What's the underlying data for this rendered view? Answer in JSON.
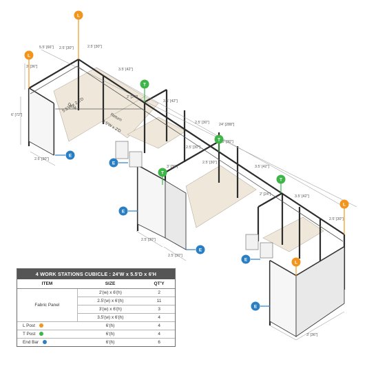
{
  "table": {
    "title": "4 WORK STATIONS  CUBICLE : 24'W x 5.5'D x 6'H",
    "headers": {
      "item": "ITEM",
      "size": "SIZE",
      "qty": "QT'Y"
    },
    "fabric_panel": {
      "label": "Fabric Panel",
      "rows": [
        {
          "size": "2'(w) x 6'(h)",
          "qty": "2"
        },
        {
          "size": "2.5'(w) x 6'(h)",
          "qty": "11"
        },
        {
          "size": "3'(w) x 6'(h)",
          "qty": "3"
        },
        {
          "size": "3.5'(w) x 6'(h)",
          "qty": "4"
        }
      ]
    },
    "posts": [
      {
        "label": "L Post",
        "size": "6'(h)",
        "qty": "4",
        "color": "#f0961e"
      },
      {
        "label": "T Post",
        "size": "6'(h)",
        "qty": "4",
        "color": "#3fb549"
      },
      {
        "label": "End  Bar",
        "size": "6'(h)",
        "qty": "6",
        "color": "#2a7fc4"
      }
    ]
  },
  "diagram": {
    "marker_letters": {
      "l": "L",
      "t": "T",
      "e": "E"
    },
    "colors": {
      "l_post": "#f0961e",
      "t_post": "#3fb549",
      "end_bar": "#2a7fc4",
      "desk": "#efe8da",
      "panel": "#f6f6f6",
      "frame": "#2c2c2c"
    },
    "surface_labels": {
      "desk": "Desk",
      "desk_size": "5.5'W x 2.5'D",
      "return": "Return",
      "return_size": "3.5'W x 2'D"
    },
    "dimensions": {
      "depth_total": "5.5' [66\"]",
      "seg_25_a": "2.5' [30\"]",
      "seg_25_b": "2.5' [30\"]",
      "seg_3_a": "3' [36\"]",
      "height": "6' [72\"]",
      "seg_35_a": "3.5' [42\"]",
      "seg_2_a": "2' [24\"]",
      "seg_35_b": "3.5' [42\"]",
      "width_total": "24' [288\"]",
      "seg_25_c": "2.5' [30\"]",
      "seg_25_d": "2.5' [30\"]",
      "seg_25_e": "2.5' [30\"]",
      "seg_25_f": "2.5' [30\"]",
      "seg_3_b": "3' [36\"]",
      "seg_35_c": "3.5' [42\"]",
      "seg_2_b": "2' [24\"]",
      "seg_35_d": "3.5' [42\"]",
      "seg_25_g": "2.5' [30\"]",
      "seg_25_h": "2.5' [30\"]",
      "seg_25_i": "2.5' [30\"]",
      "seg_25_j": "2.5' [30\"]",
      "seg_3_c": "3' [36\"]"
    }
  }
}
